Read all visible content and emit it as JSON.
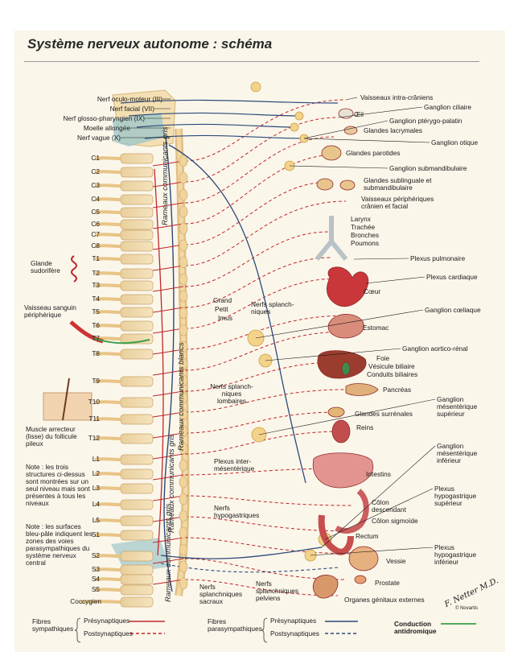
{
  "title": "Système nerveux autonome : schéma",
  "cranial_nerves": [
    "Nerf oculo-moteur (III)",
    "Nerf facial (VII)",
    "Nerf glosso-pharyngien (IX)",
    "Moelle allongée",
    "Nerf vague (X)"
  ],
  "vertebrae": [
    "C1",
    "C2",
    "C3",
    "C4",
    "C5",
    "C6",
    "C7",
    "C8",
    "T1",
    "T2",
    "T3",
    "T4",
    "T5",
    "T6",
    "T7",
    "T8",
    "T9",
    "T10",
    "T11",
    "T12",
    "L1",
    "L2",
    "L3",
    "L4",
    "L5",
    "S1",
    "S2",
    "S3",
    "S4",
    "S5",
    "Coccygien"
  ],
  "vertical_labels": {
    "rameaux_gris_cervical": "Rameaux communicants gris",
    "rameaux_blancs": "Rameaux communicants blancs",
    "rameaux_gris_lumbar": "Rameaux communicants gris",
    "rameaux_gris_sacral": "Rameaux communicants gris"
  },
  "left_labels": {
    "glande": "Glande sudorifère",
    "vaisseau": "Vaisseau sanguin périphérique",
    "muscle": "Muscle arrecteur (lisse) du follicule pileux",
    "note1": "Note : les trois structures ci-dessus sont montrées sur un seul niveau mais sont présentes à tous les niveaux",
    "note2": "Note : les surfaces bleu-pâle indiquent les zones des voies parasympathiques du système nerveux central"
  },
  "middle_labels": {
    "grand": "Grand",
    "petit": "Petit",
    "imus": "Imus",
    "nerfs_splanch": "Nerfs splanch-niques",
    "nerfs_lombaires": "Nerfs splanch-niques lombaires",
    "plexus_inter": "Plexus inter-mésentérique",
    "nerfs_hypo": "Nerfs hypogastriques",
    "nerfs_sacraux": "Nerfs splanchniques sacraux",
    "nerfs_pelviens": "Nerfs splanchniques pelviens"
  },
  "organ_labels": {
    "vaisseaux_intra": "Vaisseaux intra-crâniens",
    "ganglion_ciliaire": "Ganglion ciliaire",
    "oeil": "Œil",
    "ganglion_pterygo": "Ganglion ptérygo-palatin",
    "glandes_lacrymales": "Glandes lacrymales",
    "ganglion_otique": "Ganglion otique",
    "glandes_parotides": "Glandes parotides",
    "ganglion_submand": "Ganglion submandibulaire",
    "glandes_subling": "Glandes sublinguale et submandibulaire",
    "vaisseaux_periph": "Vaisseaux périphériques crânien et facial",
    "larynx": "Larynx",
    "trachee": "Trachée",
    "bronches": "Bronches",
    "poumons": "Poumons",
    "plexus_pulmonaire": "Plexus pulmonaire",
    "plexus_cardiaque": "Plexus cardiaque",
    "coeur": "Cœur",
    "ganglion_coeliaque": "Ganglion cœliaque",
    "estomac": "Estomac",
    "ganglion_aortico": "Ganglion aortico-rénal",
    "foie": "Foie",
    "vesicule": "Vésicule biliaire",
    "conduits": "Conduits biliaires",
    "pancreas": "Pancréas",
    "ganglion_mes_sup": "Ganglion mésentérique supérieur",
    "glandes_surrenales": "Glandes surrénales",
    "reins": "Reins",
    "ganglion_mes_inf": "Ganglion mésentérique inférieur",
    "intestins": "Intestins",
    "plexus_hypo_sup": "Plexus hypogastrique supérieur",
    "colon_desc": "Côlon descendant",
    "colon_sig": "Côlon sigmoïde",
    "rectum": "Rectum",
    "plexus_hypo_inf": "Plexus hypogastrique inférieur",
    "vessie": "Vessie",
    "prostate": "Prostate",
    "organes_genitaux": "Organes génitaux externes"
  },
  "signature": "F. Netter M.D.",
  "copyright": "© Novartis",
  "legend": {
    "symp_label": "Fibres sympathiques",
    "para_label": "Fibres parasympathiques",
    "presyn": "Présynaptiques",
    "postsyn": "Postsynaptiques",
    "antidromic": "Conduction antidromique",
    "colors": {
      "sympathetic": "#c0262c",
      "parasympathetic": "#2b4a7a",
      "antidromic": "#3aa04a"
    }
  }
}
